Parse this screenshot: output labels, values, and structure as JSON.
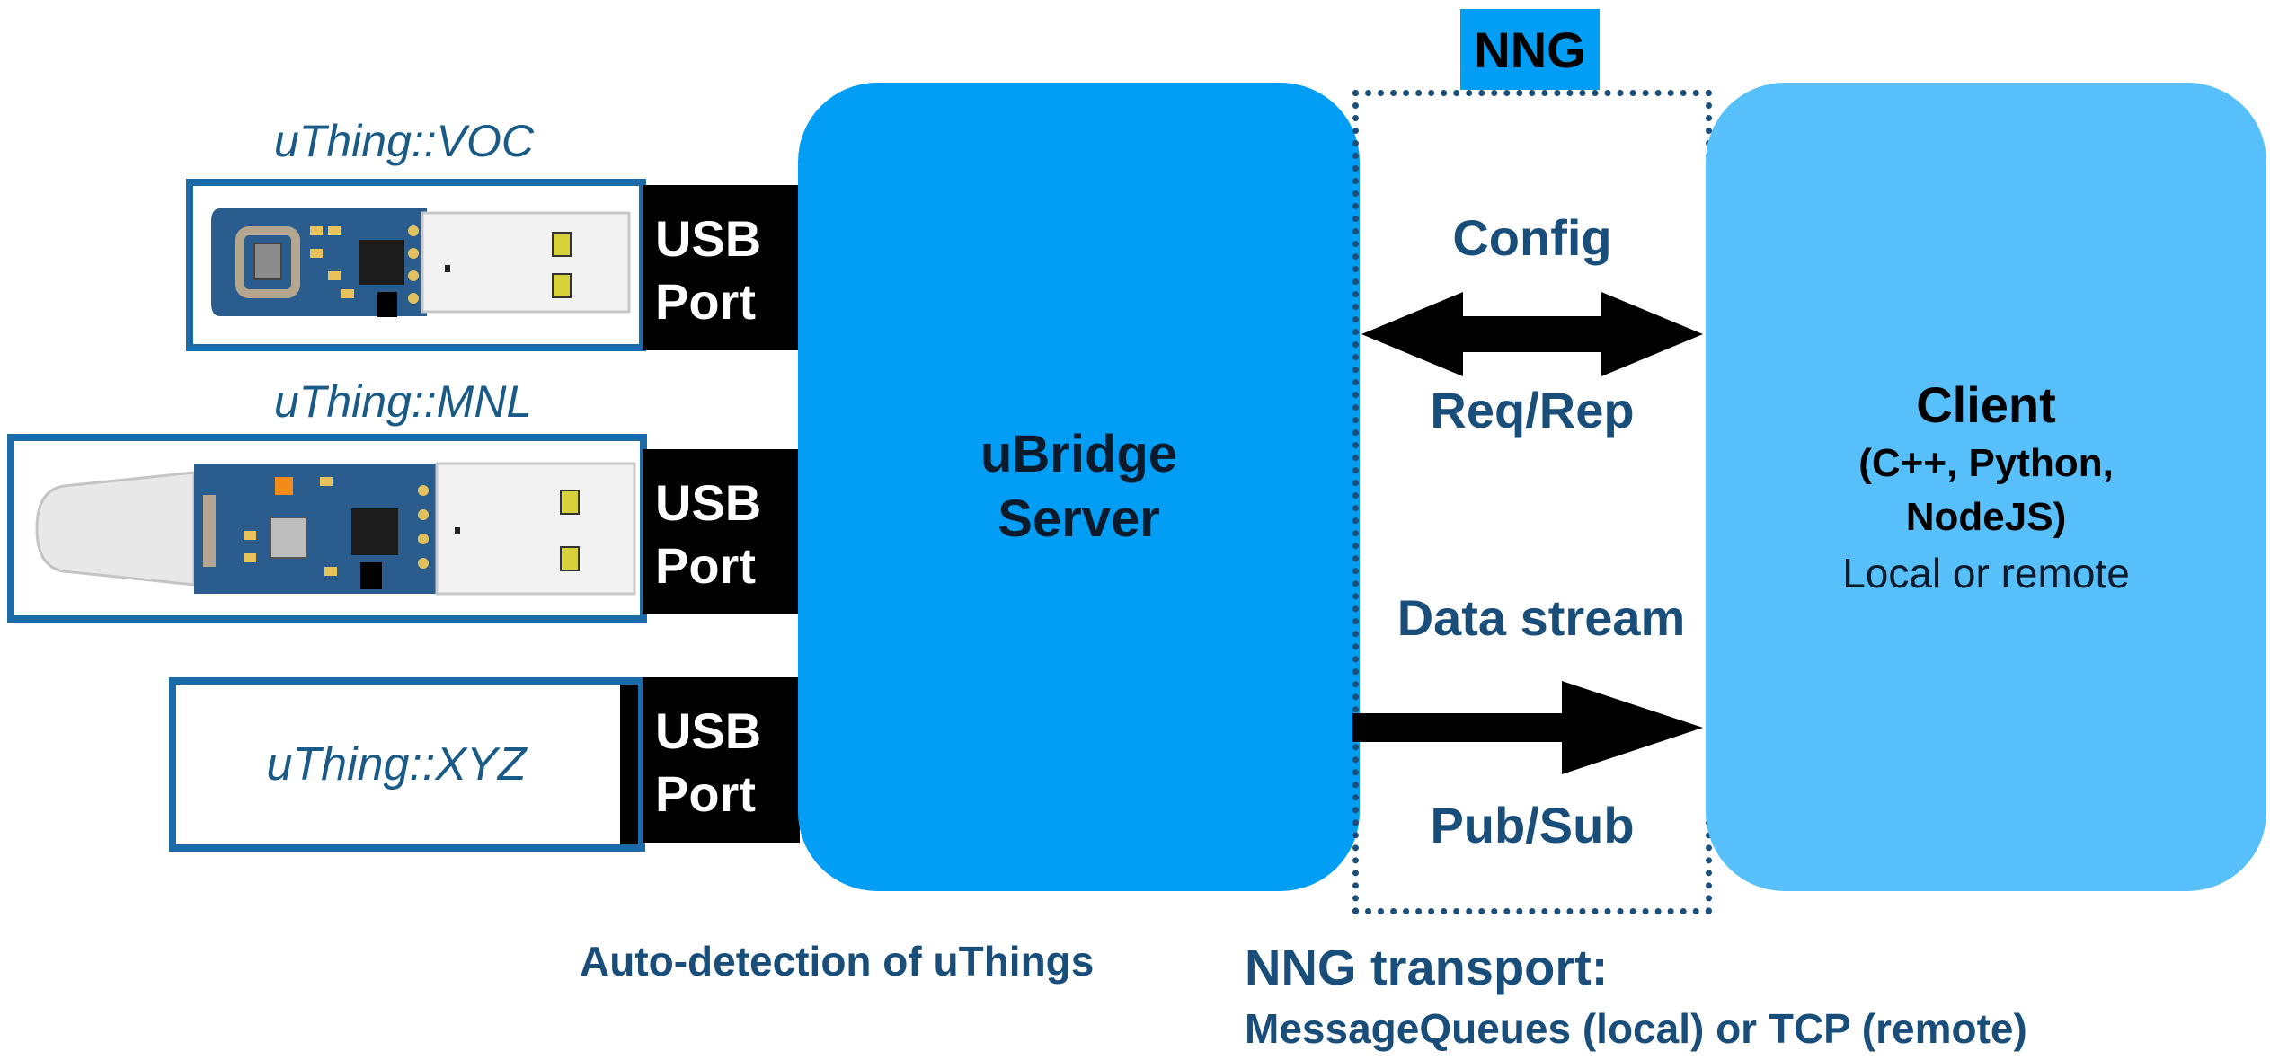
{
  "devices": [
    {
      "name": "uThing::VOC",
      "port_line1": "USB",
      "port_line2": "Port"
    },
    {
      "name": "uThing::MNL",
      "port_line1": "USB",
      "port_line2": "Port"
    },
    {
      "name": "uThing::XYZ",
      "port_line1": "USB",
      "port_line2": "Port"
    }
  ],
  "server": {
    "line1": "uBridge",
    "line2": "Server"
  },
  "client": {
    "title": "Client",
    "langs1": "(C++, Python,",
    "langs2": "NodeJS)",
    "location": "Local or remote"
  },
  "nng": {
    "label": "NNG"
  },
  "channels": {
    "config_top": "Config",
    "config_bottom": "Req/Rep",
    "data_top": "Data stream",
    "data_bottom": "Pub/Sub"
  },
  "captions": {
    "autodetect": "Auto-detection of uThings",
    "transport_title": "NNG transport:",
    "transport_detail": "MessageQueues (local) or TCP (remote)"
  },
  "colors": {
    "server_fill": "#029ef5",
    "client_fill": "#57bffa",
    "frame_border": "#1b6ba8",
    "text_dark_blue": "#1a4e7a",
    "pcb_blue": "#2a5c8e"
  }
}
